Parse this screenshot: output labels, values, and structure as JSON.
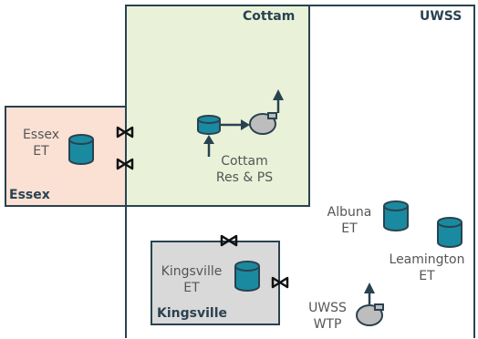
{
  "zones": {
    "uwss": {
      "title": "UWSS"
    },
    "cottam": {
      "title": "Cottam"
    },
    "essex": {
      "title": "Essex"
    },
    "kingsville": {
      "title": "Kingsville"
    }
  },
  "facilities": {
    "essex_et": "Essex\nET",
    "cottam_res_ps": "Cottam\nRes & PS",
    "albuna_et": "Albuna\nET",
    "leamington_et": "Leamington\nET",
    "kingsville_et": "Kingsville\nET",
    "uwss_wtp": "UWSS\nWTP"
  },
  "colors": {
    "zone_border": "#2a4250",
    "cottam_fill": "#e9f2d9",
    "essex_fill": "#fbe0d4",
    "kingsville_fill": "#d9d9d9",
    "tank_fill": "#1a8aa0",
    "pump_fill": "#bdbdbd"
  }
}
